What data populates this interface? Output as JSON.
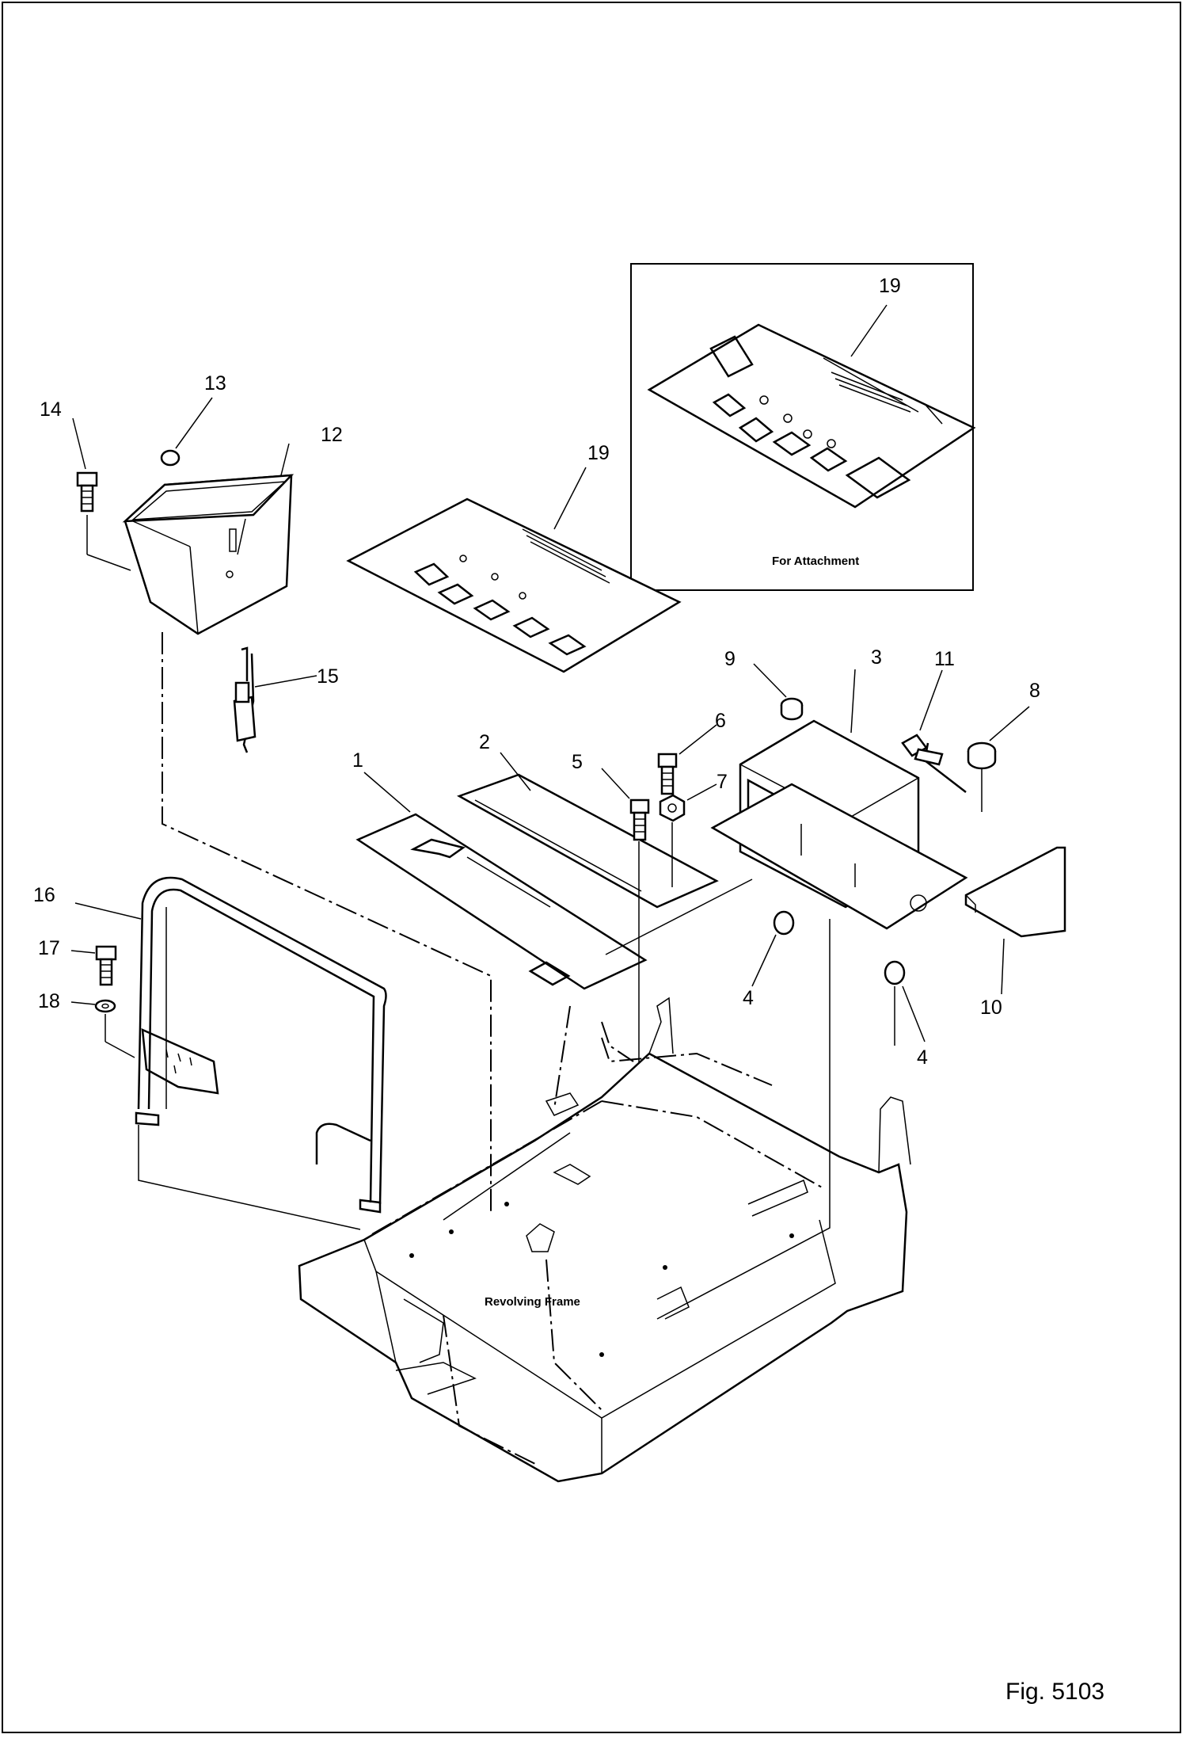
{
  "callouts": {
    "c1": "1",
    "c2": "2",
    "c3": "3",
    "c4a": "4",
    "c4b": "4",
    "c5": "5",
    "c6": "6",
    "c7": "7",
    "c8": "8",
    "c9": "9",
    "c10": "10",
    "c11": "11",
    "c12": "12",
    "c13": "13",
    "c14": "14",
    "c15": "15",
    "c16": "16",
    "c17": "17",
    "c18": "18",
    "c19a": "19",
    "c19b": "19"
  },
  "notes": {
    "attachment": "For Attachment",
    "frame": "Revolving Frame"
  },
  "figure_label": "Fig. 5103"
}
